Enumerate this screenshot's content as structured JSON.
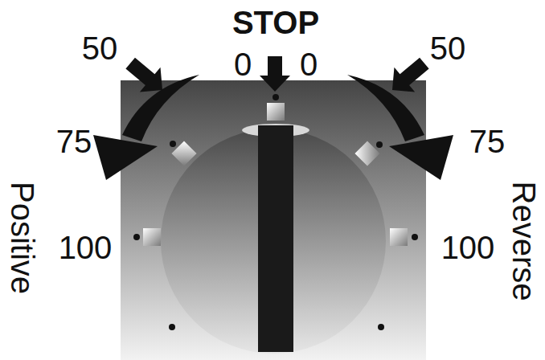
{
  "diagram": {
    "labels": [
      "50",
      "STOP",
      "50",
      "0",
      "0",
      "75",
      "75",
      "Positive",
      "100",
      "100",
      "Reverse"
    ]
  }
}
